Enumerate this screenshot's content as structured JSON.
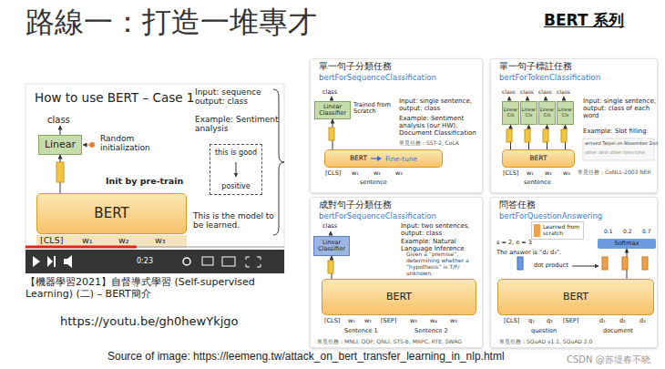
{
  "diagram": {
    "title": "路線一：打造一堆專才",
    "caption": "Source of image: https://leemeng.tw/attack_on_bert_transfer_learning_in_nlp.html",
    "nodes": [
      {
        "text": [
          "Linear"
        ]
      },
      {
        "text": [
          "BERT"
        ]
      },
      {
        "text": [
          "this is good",
          "positive"
        ]
      },
      {
        "text": [
          "單一句子分類任務",
          "bertForSequenceClassification"
        ]
      },
      {
        "text": [
          "Linear Classifier"
        ],
        "in": 3
      },
      {
        "text": [
          "BERT",
          "Fine-tune"
        ],
        "in": 3
      },
      {
        "text": [
          "單一句子標註任務",
          "bertForTokenClassification"
        ]
      },
      {
        "text": [
          "Linear Cls"
        ],
        "in": 6
      },
      {
        "text": [
          "Linear Cls"
        ],
        "in": 6
      },
      {
        "text": [
          "Linear Cls"
        ],
        "in": 6
      },
      {
        "text": [
          "Linear Cls"
        ],
        "in": 6
      },
      {
        "text": [
          "BERT"
        ],
        "in": 6
      },
      {
        "text": [
          "成對句子分類任務",
          "bertForSequenceClassification"
        ]
      },
      {
        "text": [
          "Linear Classifier"
        ],
        "in": 12
      },
      {
        "text": [
          "BERT"
        ],
        "in": 12
      },
      {
        "text": [
          "問答任務",
          "bertForQuestionAnswering"
        ]
      },
      {
        "text": [
          "Softmax"
        ],
        "in": 15
      },
      {
        "text": [
          "BERT"
        ],
        "in": 15
      }
    ],
    "edges": [
      {
        "from": 1,
        "to": 0,
        "arrow": "to"
      },
      {
        "from": 5,
        "to": 4,
        "arrow": "to"
      },
      {
        "from": 11,
        "to": 7,
        "arrow": "to"
      },
      {
        "from": 11,
        "to": 8,
        "arrow": "to"
      },
      {
        "from": 11,
        "to": 9,
        "arrow": "to"
      },
      {
        "from": 11,
        "to": 10,
        "arrow": "to"
      },
      {
        "from": 14,
        "to": 13,
        "arrow": "to"
      },
      {
        "from": 17,
        "to": 16,
        "arrow": "to"
      }
    ],
    "labels": [
      "BERT 系列",
      "How to use BERT – Case 1",
      "class",
      "Random initialization",
      "Init by pre-train",
      "Input: sequence output: class",
      "Example: Sentiment analysis",
      "This is the model to be learned.",
      "[CLS]",
      "w₁",
      "w₂",
      "w₃",
      "0:23",
      "【機器學習2021】自督導式學習 (Self-supervised Learning) (二) – BERT簡介",
      "https://youtu.be/gh0hewYkjgo",
      "class",
      "Trained from Scratch",
      "Input: single sentence, output: class",
      "Example: Sentiment analysis (our HW), Document Classification",
      "常見任務：SST-2, CoLA",
      "[CLS]",
      "w₁",
      "w₂",
      "w₃",
      "sentence",
      "class",
      "class",
      "class",
      "class",
      "Input: single sentence, output: class of each word",
      "Example: Slot filling",
      "arrived Taipei on November 2nd",
      "other dest other time time",
      "常見任務：CoNLL-2003 NER",
      "[CLS]",
      "w₁",
      "w₂",
      "w₃",
      "sentence",
      "class",
      "Input: two sentences, output: class",
      "Example: Natural Language Inference",
      "Given a “premise”, determining whether a “hypothesis” is T/F/ unknown.",
      "[CLS]",
      "w₁",
      "w₂",
      "[SEP]",
      "w₃",
      "w₄",
      "w₅",
      "Sentence 1",
      "Sentence 2",
      "常見任務：MNLI, QQP, QNLI, STS-B, MRPC, RTE, SWAG",
      "0.1",
      "0.2",
      "0.7",
      "s = 2, e = 3",
      "The answer is “d₂ d₃”.",
      "dot product",
      "[CLS]",
      "q₁",
      "q₂",
      "[SEP]",
      "d₁",
      "d₂",
      "d₃",
      "question",
      "document",
      "常見任務：SQuAD v1.1, SQuAD 2.0",
      "CSDN @苏堤春不晓"
    ],
    "legend": [
      {
        "text": "Learned from scratch",
        "color": "#f0a04b"
      }
    ]
  }
}
